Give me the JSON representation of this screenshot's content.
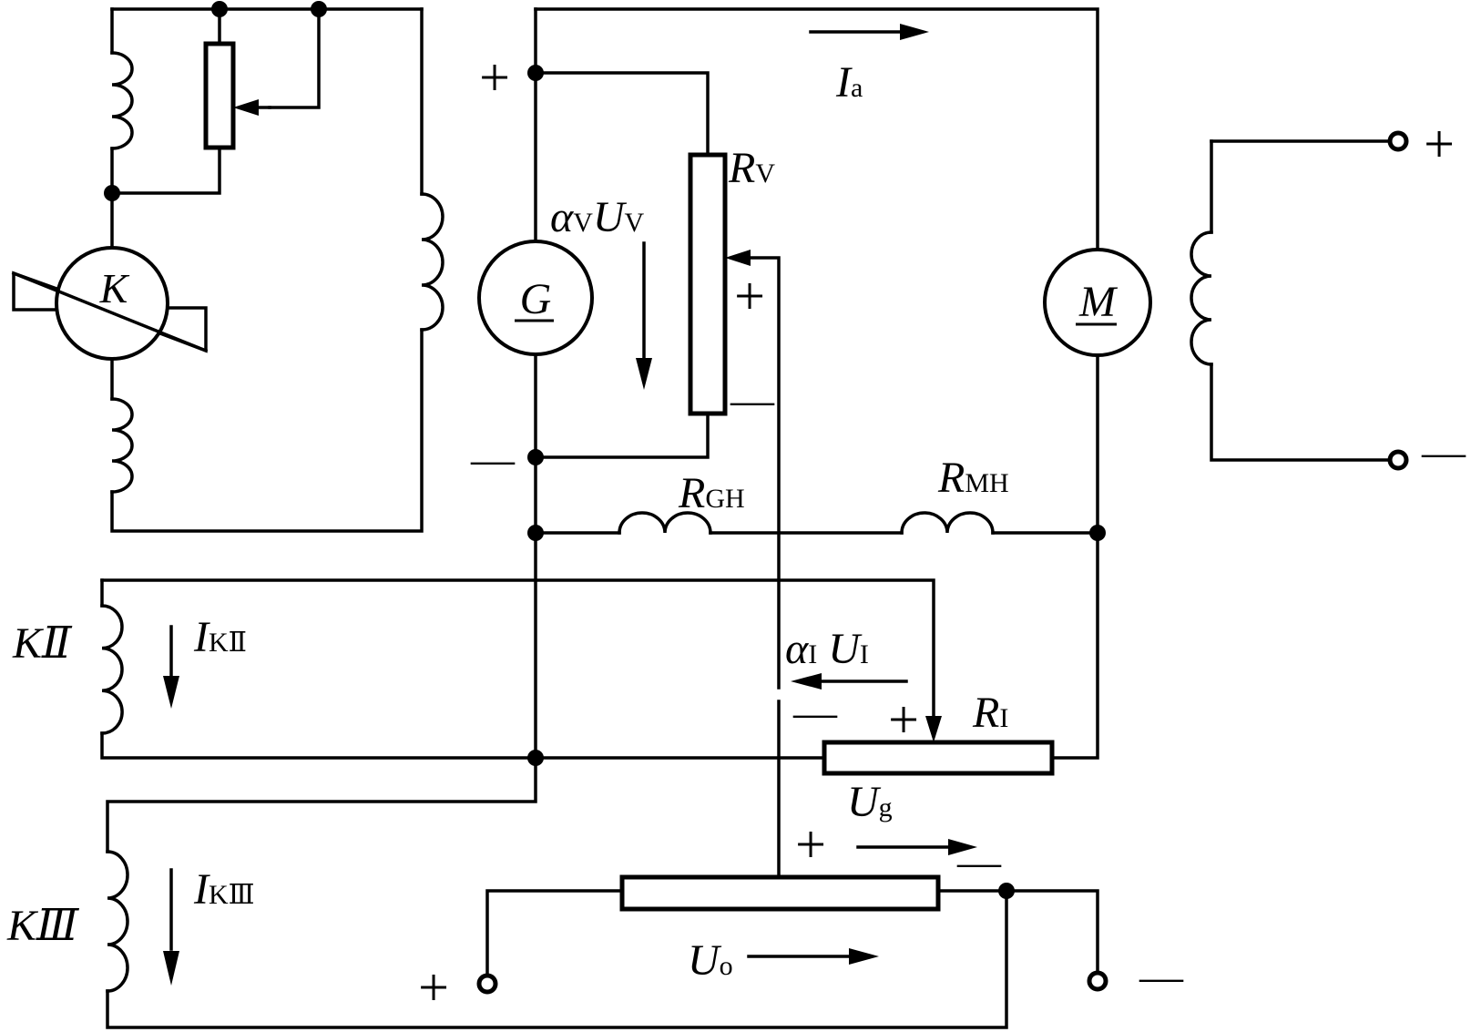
{
  "exciter": {
    "symbol": "K"
  },
  "generator": {
    "symbol": "G"
  },
  "motor": {
    "symbol": "M"
  },
  "voltage_divider": {
    "R": "R",
    "sub": "V",
    "alpha": "α",
    "alpha_sub": "V",
    "U": "U",
    "U_sub": "V"
  },
  "armature_current": {
    "I": "I",
    "sub": "a"
  },
  "r_gh": {
    "R": "R",
    "sub": "GH"
  },
  "r_mh": {
    "R": "R",
    "sub": "MH"
  },
  "current_shunt": {
    "R": "R",
    "sub": "I",
    "alpha": "α",
    "alpha_sub": "I",
    "U": "U",
    "U_sub": "I"
  },
  "winding_k2": {
    "name": "KⅡ",
    "I": "I",
    "sub": "KⅡ"
  },
  "winding_k3": {
    "name": "KⅢ",
    "I": "I",
    "sub": "KⅢ"
  },
  "ug": {
    "U": "U",
    "sub": "g"
  },
  "uo": {
    "U": "U",
    "sub": "o"
  },
  "signs": {
    "plus": "+",
    "minus": "—"
  }
}
